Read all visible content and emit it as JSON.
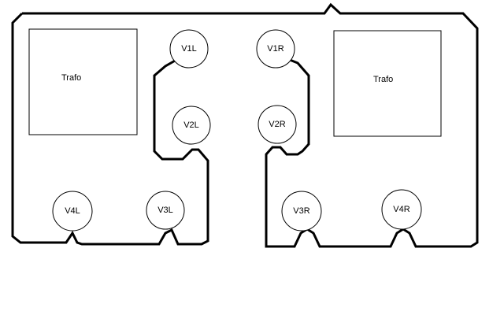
{
  "transformers": [
    {
      "id": "left",
      "label": "Trafo"
    },
    {
      "id": "right",
      "label": "Trafo"
    }
  ],
  "tubes": [
    {
      "id": "v1l",
      "label": "V1L"
    },
    {
      "id": "v2l",
      "label": "V2L"
    },
    {
      "id": "v3l",
      "label": "V3L"
    },
    {
      "id": "v4l",
      "label": "V4L"
    },
    {
      "id": "v1r",
      "label": "V1R"
    },
    {
      "id": "v2r",
      "label": "V2R"
    },
    {
      "id": "v3r",
      "label": "V3R"
    },
    {
      "id": "v4r",
      "label": "V4R"
    }
  ]
}
